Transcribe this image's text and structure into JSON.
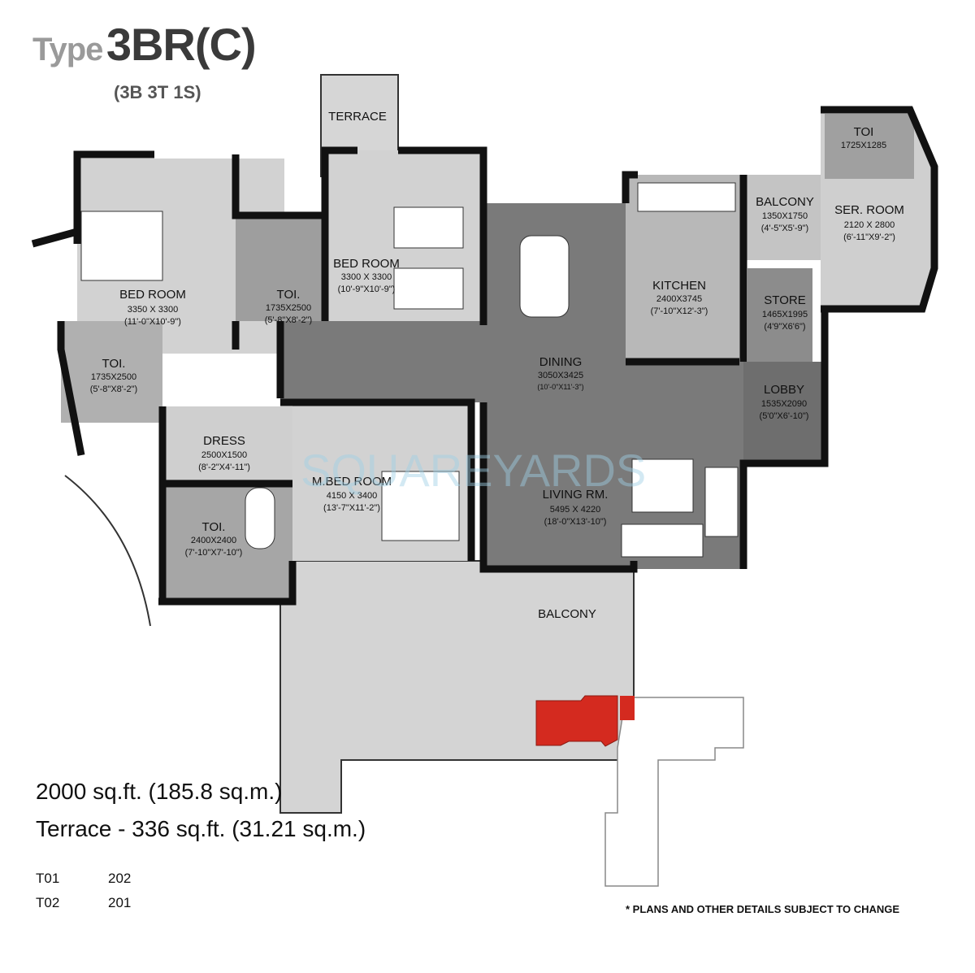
{
  "title": {
    "prefix": "Type",
    "type": "3BR(C)",
    "config": "(3B 3T 1S)"
  },
  "rooms": {
    "terrace_top": {
      "name": "TERRACE"
    },
    "bed_room_1": {
      "name": "BED ROOM",
      "mm": "3350 X 3300",
      "ft": "(11'-0\"X10'-9\")"
    },
    "toi_1": {
      "name": "TOI.",
      "mm": "1735X2500",
      "ft": "(5'-8\"X8'-2\")"
    },
    "bed_room_2": {
      "name": "BED ROOM",
      "mm": "3300 X 3300",
      "ft": "(10'-9\"X10'-9\")"
    },
    "toi_2": {
      "name": "TOI.",
      "mm": "1735X2500",
      "ft": "(5'-8\"X8'-2\")"
    },
    "dining": {
      "name": "DINING",
      "mm": "3050X3425",
      "ft": "(10'-0\"X11'-3\")"
    },
    "kitchen": {
      "name": "KITCHEN",
      "mm": "2400X3745",
      "ft": "(7'-10\"X12'-3\")"
    },
    "balcony_kitchen": {
      "name": "BALCONY",
      "mm": "1350X1750",
      "ft": "(4'-5\"X5'-9\")"
    },
    "toi_servant": {
      "name": "TOI",
      "mm": "1725X1285"
    },
    "ser_room": {
      "name": "SER. ROOM",
      "mm": "2120 X 2800",
      "ft": "(6'-11\"X9'-2\")"
    },
    "store": {
      "name": "STORE",
      "mm": "1465X1995",
      "ft": "(4'9\"X6'6\")"
    },
    "lobby": {
      "name": "LOBBY",
      "mm": "1535X2090",
      "ft": "(5'0\"X6'-10\")"
    },
    "dress": {
      "name": "DRESS",
      "mm": "2500X1500",
      "ft": "(8'-2\"X4'-11\")"
    },
    "m_bed_room": {
      "name": "M.BED ROOM",
      "mm": "4150 X 3400",
      "ft": "(13'-7\"X11'-2\")"
    },
    "toi_3": {
      "name": "TOI.",
      "mm": "2400X2400",
      "ft": "(7'-10\"X7'-10\")"
    },
    "living": {
      "name": "LIVING RM.",
      "mm": "5495 X 4220",
      "ft": "(18'-0\"X13'-10\")"
    },
    "balcony_main": {
      "name": "BALCONY"
    }
  },
  "watermark": "SQUAREYARDS",
  "area": {
    "total": "2000 sq.ft. (185.8 sq.m.)",
    "terrace": "Terrace - 336 sq.ft. (31.21 sq.m.)"
  },
  "units": [
    {
      "tower": "T01",
      "unit": "202"
    },
    {
      "tower": "T02",
      "unit": "201"
    }
  ],
  "disclaimer": "* PLANS AND OTHER DETAILS SUBJECT TO CHANGE",
  "colors": {
    "highlight": "#d42a1f",
    "dark_floor": "#7a7a7a",
    "light_floor": "#d4d4d4",
    "wall": "#111111"
  }
}
